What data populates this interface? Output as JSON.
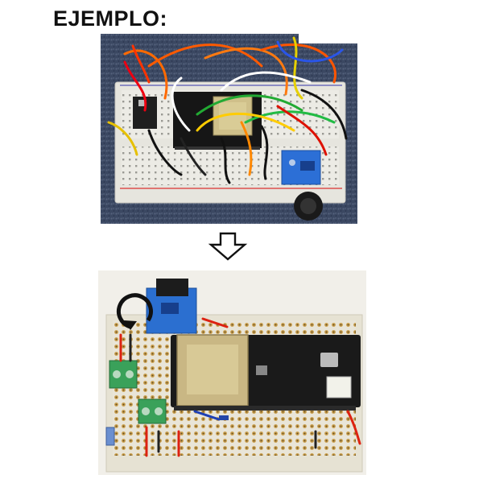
{
  "page": {
    "heading": "EJEMPLO:"
  },
  "images": {
    "top": {
      "icon": "breadboard-prototype-photo"
    },
    "arrow": {
      "icon": "down-arrow-outline-icon"
    },
    "bottom": {
      "icon": "soldered-perfboard-photo"
    }
  },
  "colors": {
    "carpet": "#3d4a63",
    "breadboard": "#e9e8e2",
    "perfboard": "#e7e3d6",
    "esp32_board": "#1b1b1b",
    "module_blue": "#2b6fd0",
    "terminal_green": "#3aa15a"
  }
}
